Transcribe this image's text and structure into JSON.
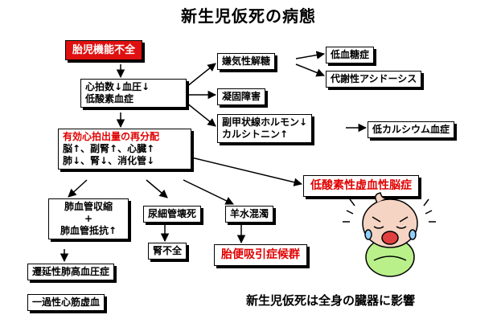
{
  "title": "新生児仮死の病態",
  "nodes": {
    "fetal_dysfunction": "胎児機能不全",
    "hr_bp": "心拍数↓血圧↓",
    "hypoxemia": "低酸素血症",
    "anaerobic": "嫌気性解糖",
    "hypoglycemia": "低血糖症",
    "acidosis": "代謝性アシドーシス",
    "coagulation": "凝固障害",
    "hormone_1": "副甲状線ホルモン↓",
    "hormone_2": "カルシトニン↑",
    "hypocalcemia": "低カルシウム血症",
    "redistribution_title": "有効心拍出量の再分配",
    "redistribution_1": "脳↑、副腎↑、心臓↑",
    "redistribution_2": "肺↓、腎↓、消化管↓",
    "hie": "低酸素性虚血性脳症",
    "pulm_1": "肺血管収縮",
    "pulm_plus": "+",
    "pulm_2": "肺血管抵抗↑",
    "atn": "尿細管壊死",
    "renal_failure": "腎不全",
    "meconium": "羊水混濁",
    "mas": "胎便吸引症候群",
    "pphn": "遷延性肺高血圧症",
    "tmi": "一過性心筋虚血"
  },
  "footer": "新生児仮死は全身の臓器に影響",
  "colors": {
    "accent_red": "#e01010",
    "text_red": "#e00000"
  },
  "icons": {
    "illustration": "crying-baby-icon"
  }
}
